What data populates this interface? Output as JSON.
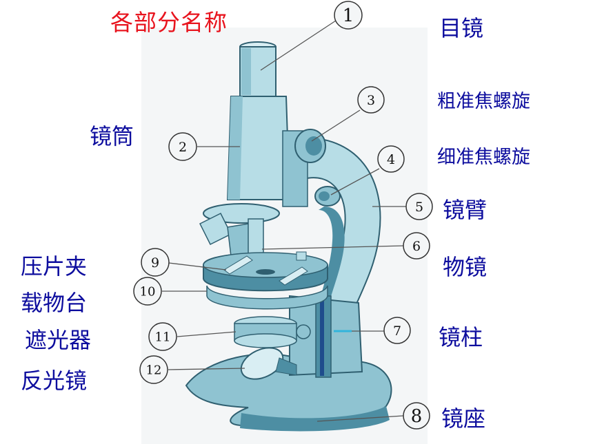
{
  "diagram": {
    "title": "各部分名称",
    "parts": [
      {
        "num": "1",
        "name": "目镜"
      },
      {
        "num": "2",
        "name": "镜筒"
      },
      {
        "num": "3",
        "name": "粗准焦螺旋"
      },
      {
        "num": "4",
        "name": "细准焦螺旋"
      },
      {
        "num": "5",
        "name": "镜臂"
      },
      {
        "num": "6",
        "name": "物镜"
      },
      {
        "num": "7",
        "name": "镜柱"
      },
      {
        "num": "8",
        "name": "镜座"
      },
      {
        "num": "9",
        "name": "压片夹"
      },
      {
        "num": "10",
        "name": "载物台"
      },
      {
        "num": "11",
        "name": "遮光器"
      },
      {
        "num": "12",
        "name": "反光镜"
      }
    ]
  },
  "colors": {
    "title": "#e8141e",
    "label": "#0d0d9e",
    "body_light": "#b7dde6",
    "body_mid": "#8fc3d1",
    "body_dark": "#4d8ea3",
    "outline": "#2f5f70",
    "stand_bg": "#f4f6f7"
  }
}
